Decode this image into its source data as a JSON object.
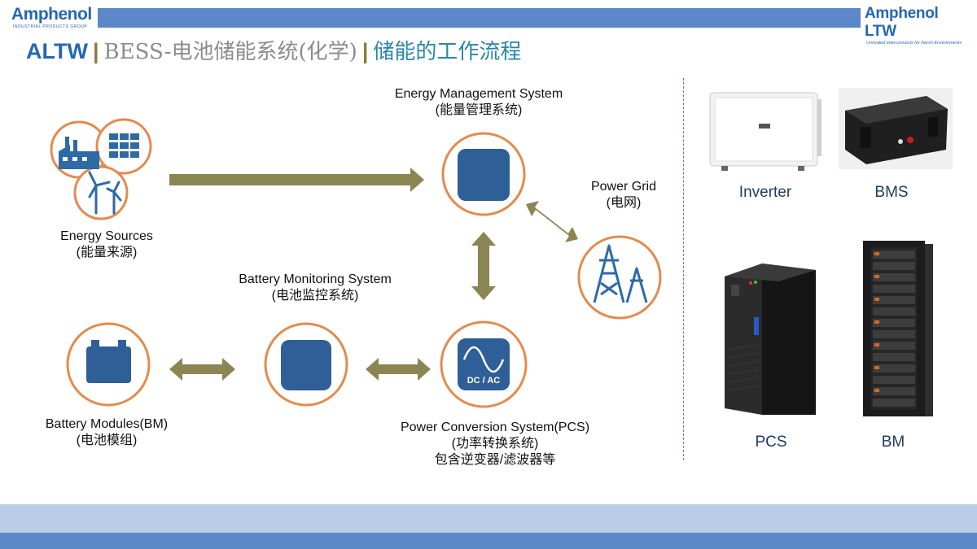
{
  "header": {
    "logo_left_name": "Amphenol",
    "logo_left_tag": "INDUSTRIAL PRODUCTS GROUP",
    "logo_right_name": "Amphenol LTW",
    "logo_right_tag": "Unrivaled Interconnects for Harsh Environments"
  },
  "title": {
    "part1": "ALTW",
    "sep": "|",
    "part2": "BESS-电池储能系统(化学)",
    "part3": "储能的工作流程"
  },
  "nodes": {
    "energy_sources": {
      "label": "Energy Sources",
      "sub": "(能量来源)"
    },
    "ems": {
      "label": "Energy Management System",
      "sub": "(能量管理系统)"
    },
    "grid": {
      "label": "Power Grid",
      "sub": "(电网)"
    },
    "bms": {
      "label": "Battery Monitoring System",
      "sub": "(电池监控系统)"
    },
    "bm": {
      "label": "Battery Modules(BM)",
      "sub": "(电池模组)"
    },
    "pcs": {
      "label": "Power Conversion System(PCS)",
      "sub": "(功率转换系统)",
      "sub2": "包含逆变器/滤波器等",
      "icon_text": "DC / AC"
    }
  },
  "products": {
    "inverter": "Inverter",
    "bms": "BMS",
    "pcs": "PCS",
    "bm": "BM"
  },
  "colors": {
    "accent_blue": "#2467b3",
    "node_fill": "#2e5f96",
    "circle_stroke": "#e38b4f",
    "arrow": "#8a8552"
  }
}
